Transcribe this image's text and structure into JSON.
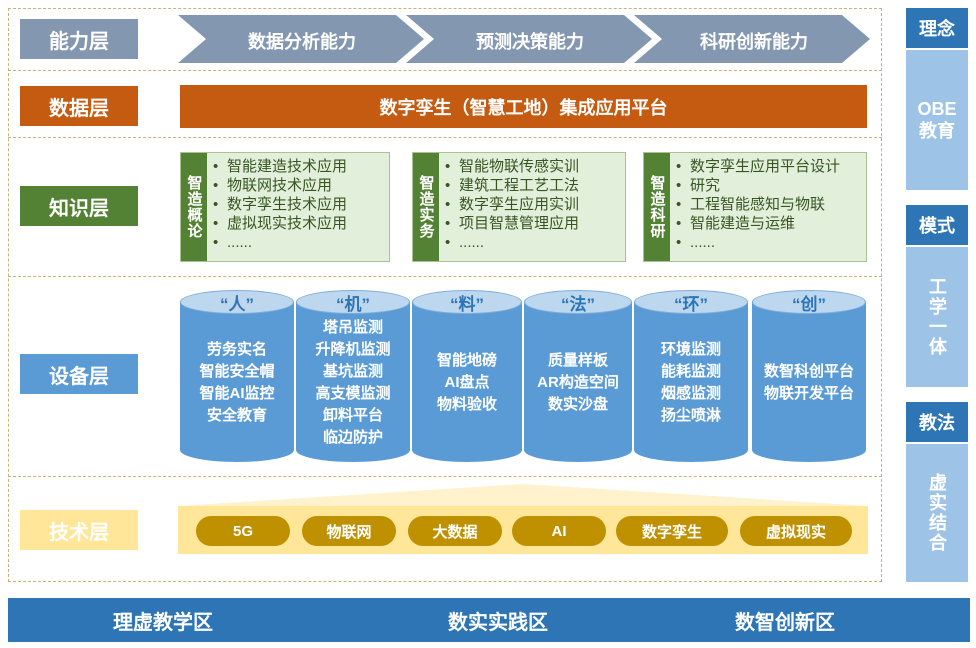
{
  "layers": {
    "capability": "能力层",
    "data": "数据层",
    "knowledge": "知识层",
    "equipment": "设备层",
    "technology": "技术层"
  },
  "capabilities": [
    "数据分析能力",
    "预测决策能力",
    "科研创新能力"
  ],
  "platform": "数字孪生（智慧工地）集成应用平台",
  "knowledge": [
    {
      "tag": "智造概论",
      "items": [
        "智能建造技术应用",
        "物联网技术应用",
        "数字孪生技术应用",
        "虚拟现实技术应用",
        "......"
      ]
    },
    {
      "tag": "智造实务",
      "items": [
        "智能物联传感实训",
        "建筑工程工艺工法",
        "数字孪生应用实训",
        "项目智慧管理应用",
        "......"
      ]
    },
    {
      "tag": "智造科研",
      "items": [
        "数字孪生应用平台设计",
        "研究",
        "工程智能感知与物联",
        "智能建造与运维",
        "......"
      ]
    }
  ],
  "equipment": [
    {
      "title": "“人”",
      "items": [
        "劳务实名",
        "智能安全帽",
        "智能AI监控",
        "安全教育"
      ]
    },
    {
      "title": "“机”",
      "items": [
        "塔吊监测",
        "升降机监测",
        "基坑监测",
        "高支模监测",
        "卸料平台",
        "临边防护"
      ]
    },
    {
      "title": "“料”",
      "items": [
        "智能地磅",
        "AI盘点",
        "物料验收"
      ]
    },
    {
      "title": "“法”",
      "items": [
        "质量样板",
        "AR构造空间",
        "数实沙盘"
      ]
    },
    {
      "title": "“环”",
      "items": [
        "环境监测",
        "能耗监测",
        "烟感监测",
        "扬尘喷淋"
      ]
    },
    {
      "title": "“创”",
      "items": [
        "数智科创平台",
        "物联开发平台"
      ]
    }
  ],
  "technologies": [
    "5G",
    "物联网",
    "大数据",
    "AI",
    "数字孪生",
    "虚拟现实"
  ],
  "right_panel": [
    {
      "head": "理念",
      "body": "OBE教育"
    },
    {
      "head": "模式",
      "body": "工学一体"
    },
    {
      "head": "教法",
      "body": "虚实结合"
    }
  ],
  "zones": [
    "理虚教学区",
    "数实实践区",
    "数智创新区"
  ],
  "colors": {
    "capability": "#8497b0",
    "data": "#c55a11",
    "knowledge": "#548235",
    "equipment": "#5b9bd5",
    "technology": "#ffe699",
    "right_head": "#2e75b6",
    "right_body": "#9dc3e6",
    "bottom_bar": "#2e75b6"
  }
}
